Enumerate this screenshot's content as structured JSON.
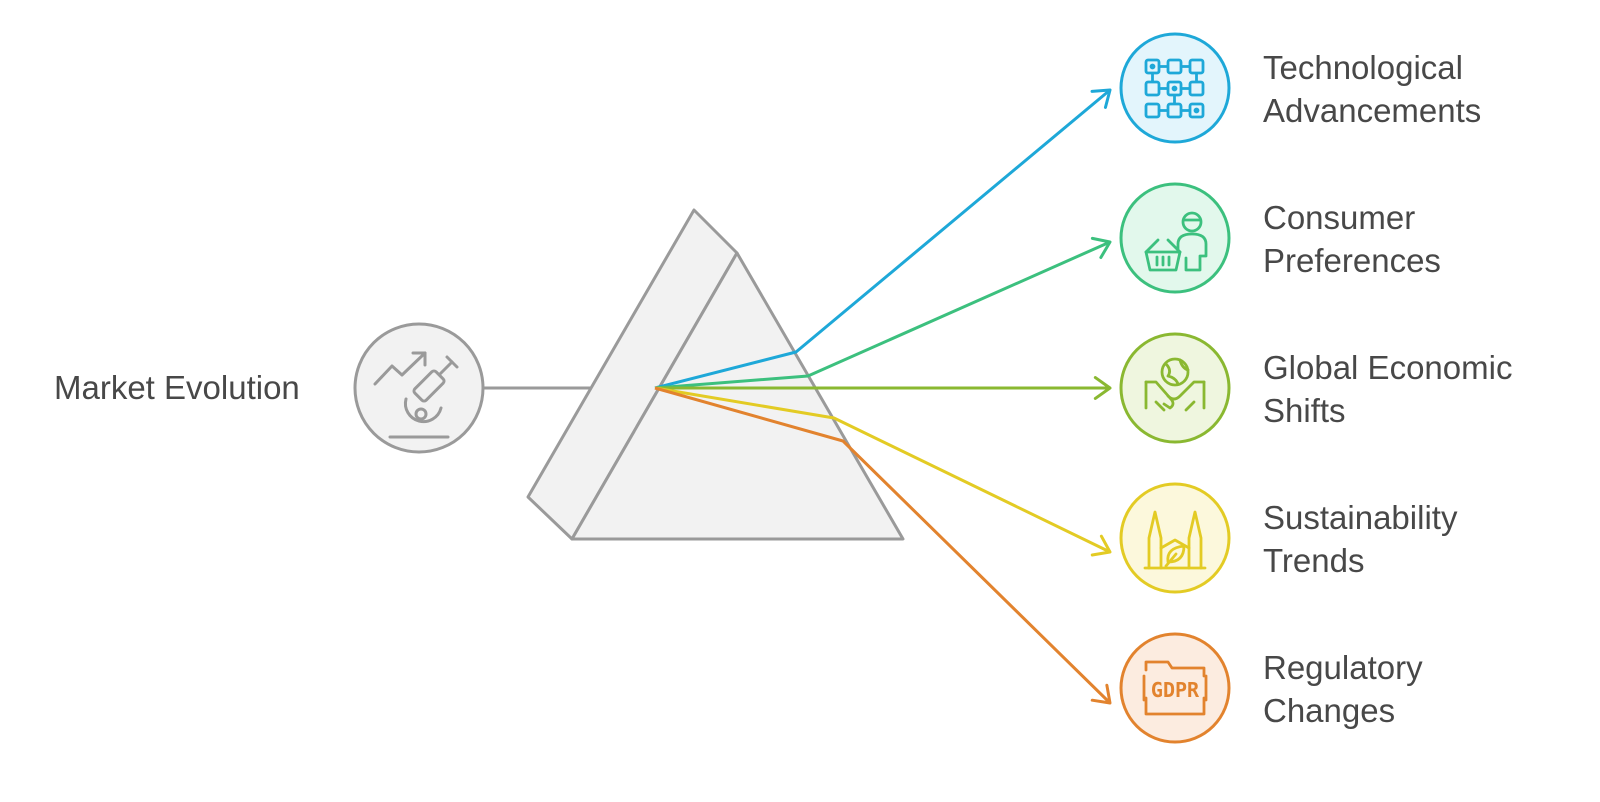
{
  "source": {
    "label": "Market Evolution",
    "icon": "microscope-growth-icon",
    "color": "#9a9a9a"
  },
  "outputs": [
    {
      "line1": "Technological",
      "line2": "Advancements",
      "icon": "circuit-grid-icon",
      "color": "#1ea8d8",
      "fill": "#e3f5fc"
    },
    {
      "line1": "Consumer",
      "line2": "Preferences",
      "icon": "shopper-basket-icon",
      "color": "#3cc07e",
      "fill": "#e2f8ec"
    },
    {
      "line1": "Global Economic",
      "line2": "Shifts",
      "icon": "globe-handshake-icon",
      "color": "#8ab831",
      "fill": "#eff6df"
    },
    {
      "line1": "Sustainability",
      "line2": "Trends",
      "icon": "eco-factory-icon",
      "color": "#e3cb24",
      "fill": "#fcf8dc"
    },
    {
      "line1": "Regulatory",
      "line2": "Changes",
      "icon": "gdpr-folder-icon",
      "color": "#e2832e",
      "fill": "#fcece0"
    }
  ],
  "prism": {
    "fill": "#f2f2f2",
    "stroke": "#9a9a9a"
  },
  "icon_text": {
    "gdpr": "GDPR"
  }
}
